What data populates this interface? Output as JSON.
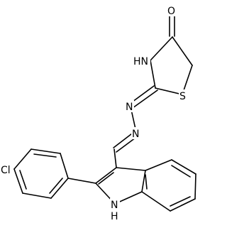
{
  "diagram": {
    "type": "chemical-structure",
    "atom_labels": {
      "carbonyl_oxygen": "O",
      "thiazolidinone_nh": "HN",
      "thiazolidinone_sulfur": "S",
      "exocyclic_imine_n": "N",
      "hydrazone_n": "N",
      "indole_nh": "N",
      "indole_h": "H",
      "chlorine": "Cl"
    }
  }
}
